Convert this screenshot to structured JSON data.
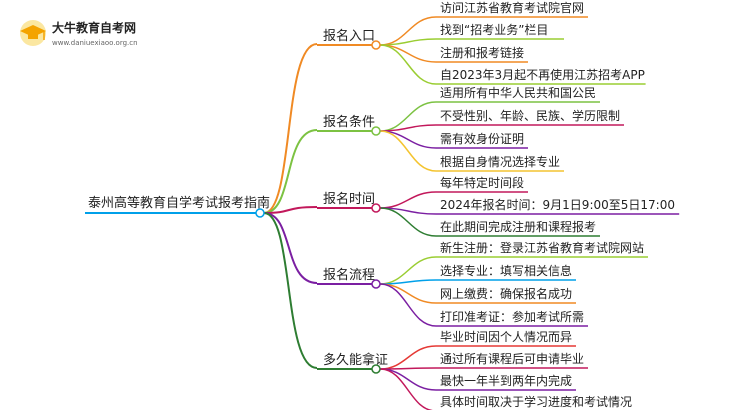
{
  "logo": {
    "name": "大牛教育自考网",
    "url": "www.daniuexiaoo.org.cn"
  },
  "mindmap": {
    "root": "泰州高等教育自学考试报考指南",
    "branches": [
      {
        "label": "报名入口",
        "color": "#f08a24",
        "items": [
          {
            "text": "访问江苏省教育考试院官网",
            "color": "#f08a24"
          },
          {
            "text": "找到“招考业务”栏目",
            "color": "#9acd32"
          },
          {
            "text": "注册和报考链接",
            "color": "#f08a24"
          },
          {
            "text": "自2023年3月起不再使用江苏招考APP",
            "color": "#9acd32"
          }
        ]
      },
      {
        "label": "报名条件",
        "color": "#7cc242",
        "items": [
          {
            "text": "适用所有中华人民共和国公民",
            "color": "#7cc242"
          },
          {
            "text": "不受性别、年龄、民族、学历限制",
            "color": "#c2185b"
          },
          {
            "text": "需有效身份证明",
            "color": "#7b1fa2"
          },
          {
            "text": "根据自身情况选择专业",
            "color": "#f4c430"
          }
        ]
      },
      {
        "label": "报名时间",
        "color": "#c2185b",
        "items": [
          {
            "text": "每年特定时间段",
            "color": "#c2185b"
          },
          {
            "text": "2024年报名时间：9月1日9:00至5日17:00",
            "color": "#7b1fa2"
          },
          {
            "text": "在此期间完成注册和课程报考",
            "color": "#2e7d32"
          }
        ]
      },
      {
        "label": "报名流程",
        "color": "#7b1fa2",
        "items": [
          {
            "text": "新生注册：登录江苏省教育考试院网站",
            "color": "#9acd32"
          },
          {
            "text": "选择专业：填写相关信息",
            "color": "#00a0e9"
          },
          {
            "text": "网上缴费：确保报名成功",
            "color": "#f08a24"
          },
          {
            "text": "打印准考证：参加考试所需",
            "color": "#7b1fa2"
          }
        ]
      },
      {
        "label": "多久能拿证",
        "color": "#2e7d32",
        "items": [
          {
            "text": "毕业时间因个人情况而异",
            "color": "#e53935"
          },
          {
            "text": "通过所有课程后可申请毕业",
            "color": "#c2185b"
          },
          {
            "text": "最快一年半到两年内完成",
            "color": "#7b1fa2"
          },
          {
            "text": "具体时间取决于学习进度和考试情况",
            "color": "#c2185b"
          }
        ]
      }
    ]
  }
}
